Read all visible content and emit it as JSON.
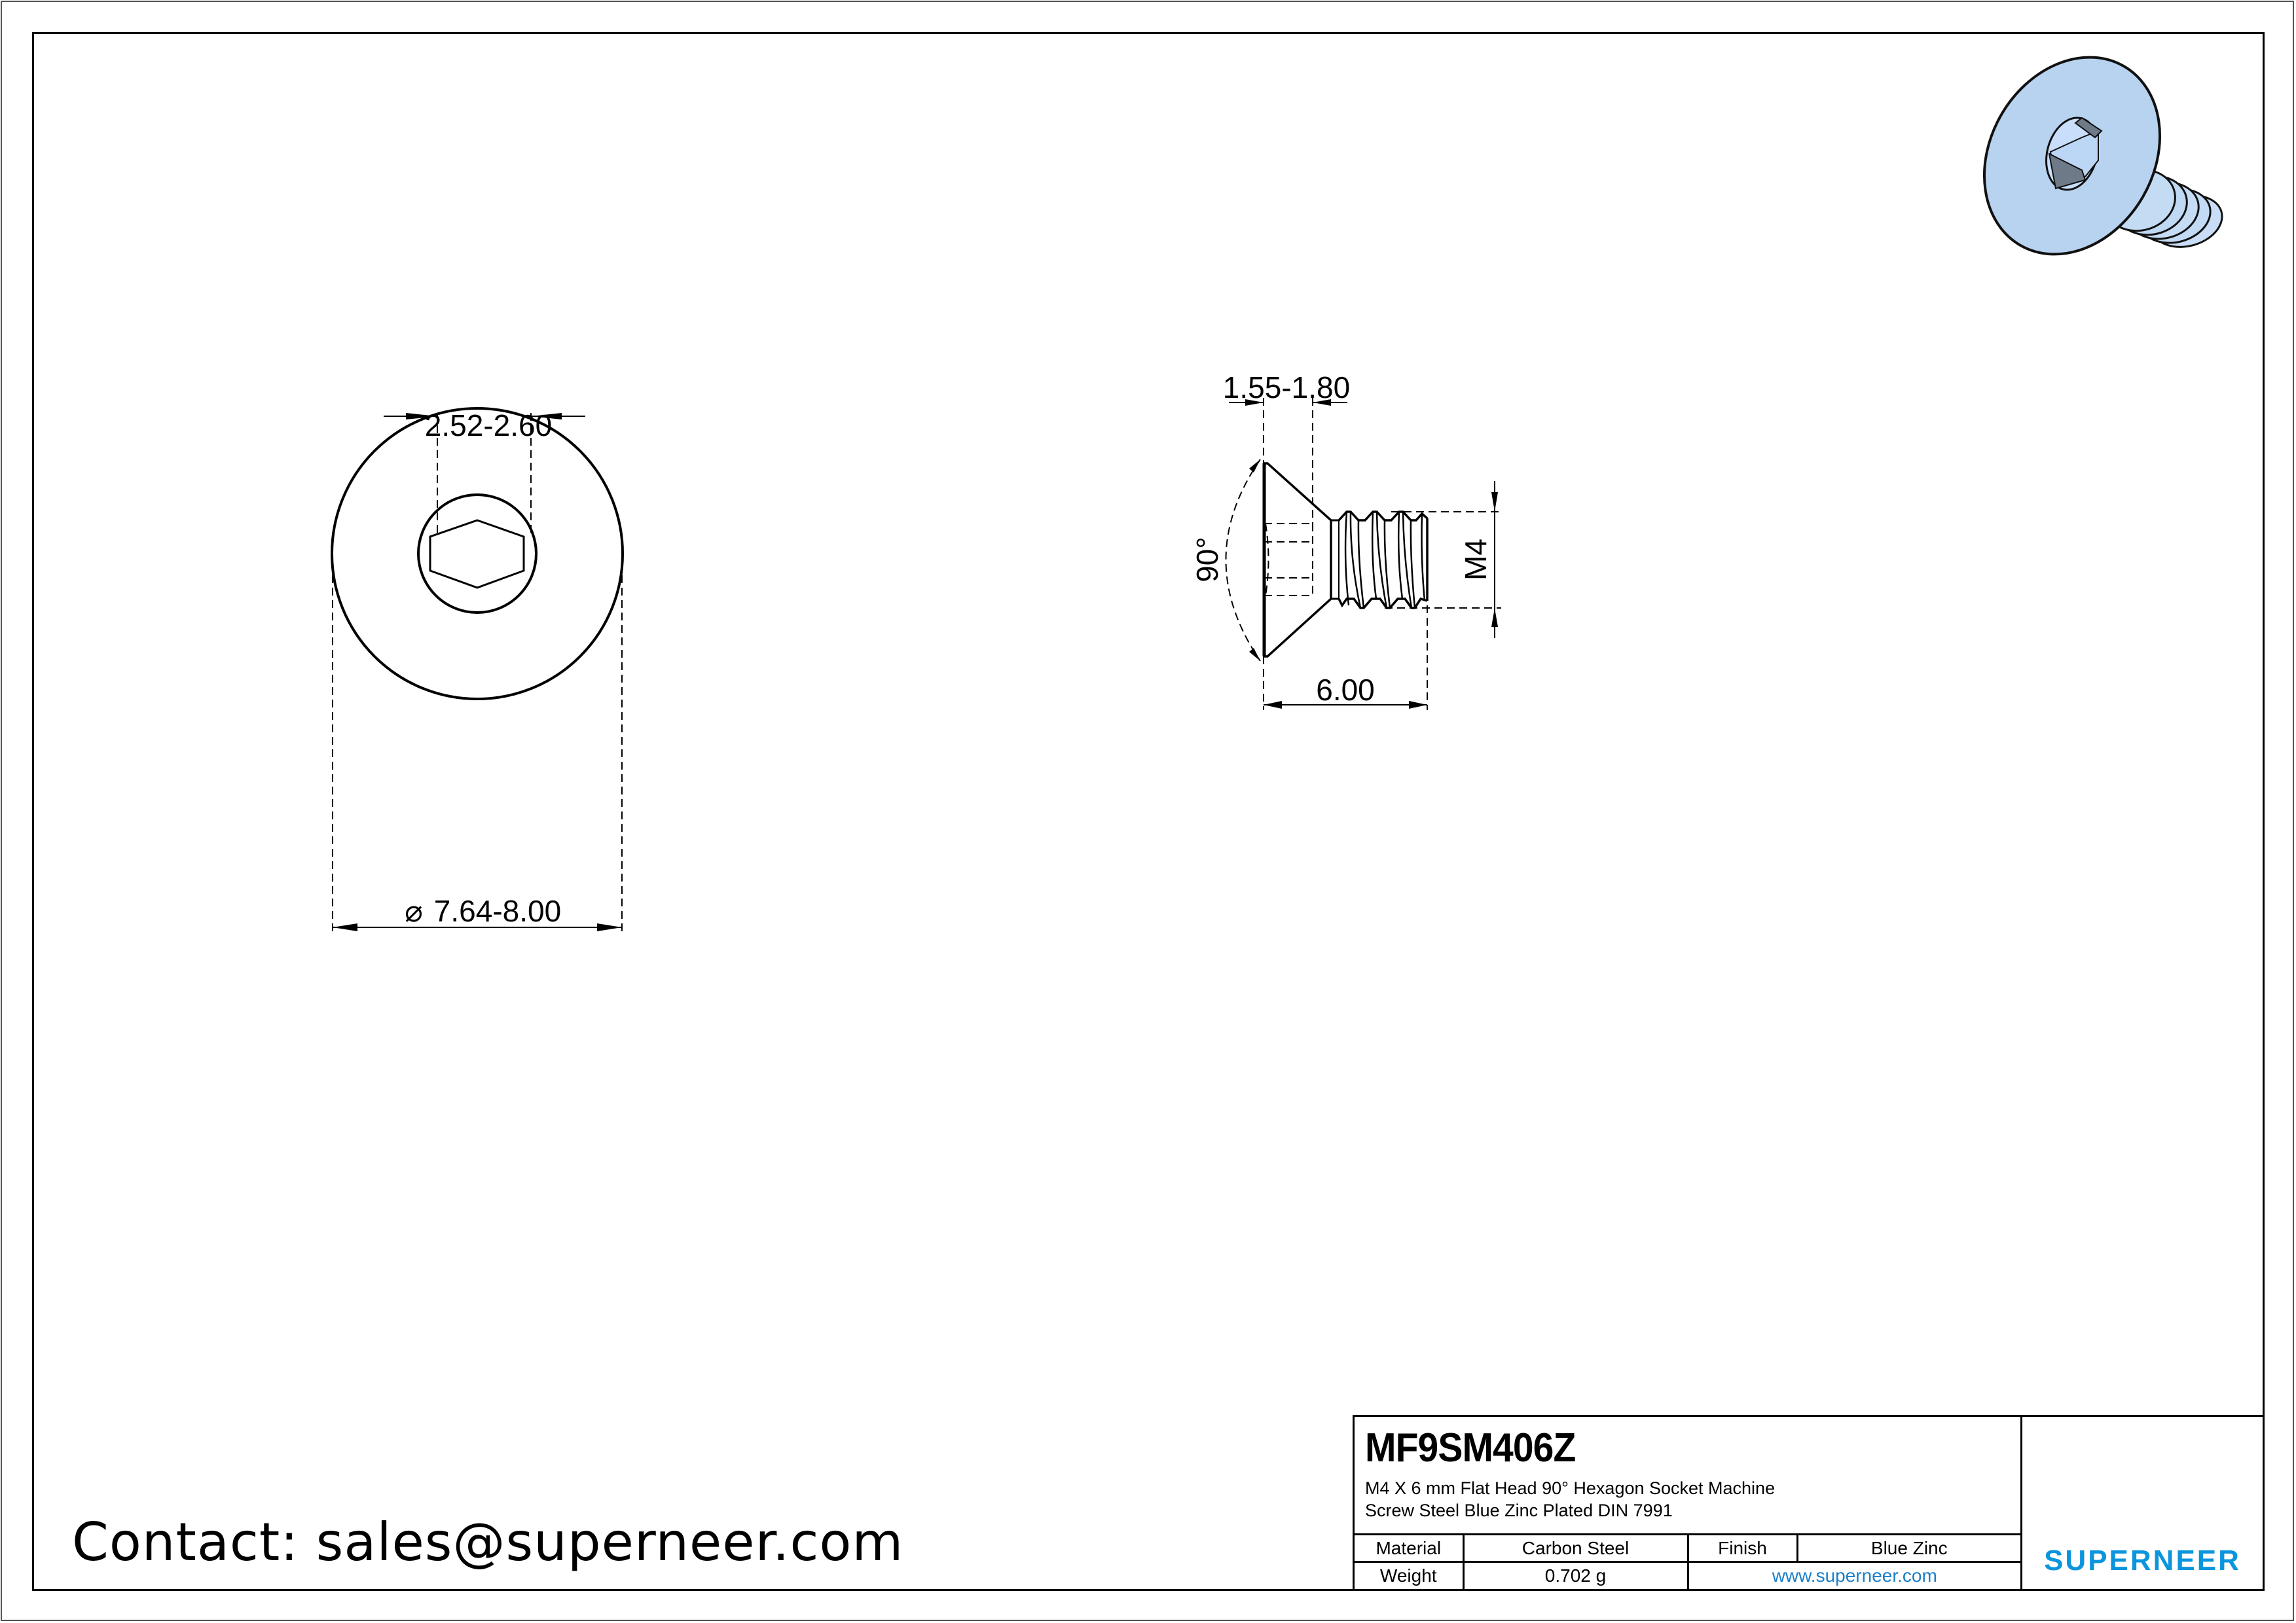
{
  "drawing": {
    "front_view": {
      "hex_socket_dimension": "2.52-2.60",
      "head_diameter_symbol": "⌀",
      "head_diameter_dimension": "7.64-8.00"
    },
    "side_view": {
      "head_height_dimension": "1.55-1.80",
      "countersink_angle": "90°",
      "thread_size": "M4",
      "length_dimension": "6.00"
    },
    "render_3d": {
      "colors": {
        "body": "#b8d3f0",
        "socket_shadow": "#6e7a88",
        "outline": "#111111"
      }
    }
  },
  "contact": {
    "text": "Contact: sales@superneer.com"
  },
  "title_block": {
    "part_number": "MF9SM406Z",
    "description_line1": "M4 X 6 mm  Flat Head 90° Hexagon Socket Machine",
    "description_line2": "Screw Steel Blue Zinc Plated DIN 7991",
    "rows": [
      {
        "label1": "Material",
        "value1": "Carbon Steel",
        "label2": "Finish",
        "value2": "Blue Zinc"
      },
      {
        "label1": "Weight",
        "value1": "0.702 g",
        "link": "www.superneer.com"
      }
    ],
    "logo": {
      "name": "SUPERNEER",
      "color": "#0b95dd"
    }
  }
}
